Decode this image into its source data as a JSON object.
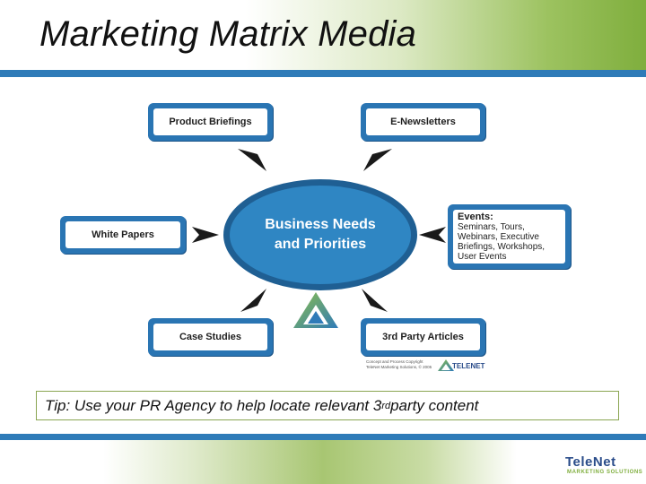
{
  "page": {
    "title": "Marketing Matrix Media"
  },
  "diagram": {
    "hub": {
      "line1": "Business Needs",
      "line2": "and Priorities"
    },
    "nodes": {
      "product_briefings": "Product Briefings",
      "e_newsletters": "E-Newsletters",
      "white_papers": "White Papers",
      "case_studies": "Case Studies",
      "third_party_articles": "3rd Party Articles"
    },
    "events": {
      "heading": "Events:",
      "lines": [
        "Seminars, Tours,",
        "Webinars, Executive",
        "Briefings, Workshops,",
        "User Events"
      ]
    },
    "copyright": {
      "line1": "Concept and Process Copyright",
      "line2": "TeleNet Marketing Solutions, © 2005"
    },
    "small_logo": "TELENET"
  },
  "tip": {
    "prefix": "Tip:  Use your PR Agency to help locate relevant 3",
    "superscript": "rd",
    "suffix": " party content"
  },
  "footer_logo": {
    "name": "TeleNet",
    "tagline": "MARKETING SOLUTIONS"
  },
  "colors": {
    "accent_blue": "#2f7bb8",
    "node_blue": "#2a75b3",
    "hub_blue": "#2f86c3",
    "accent_green": "#7fae3d"
  }
}
